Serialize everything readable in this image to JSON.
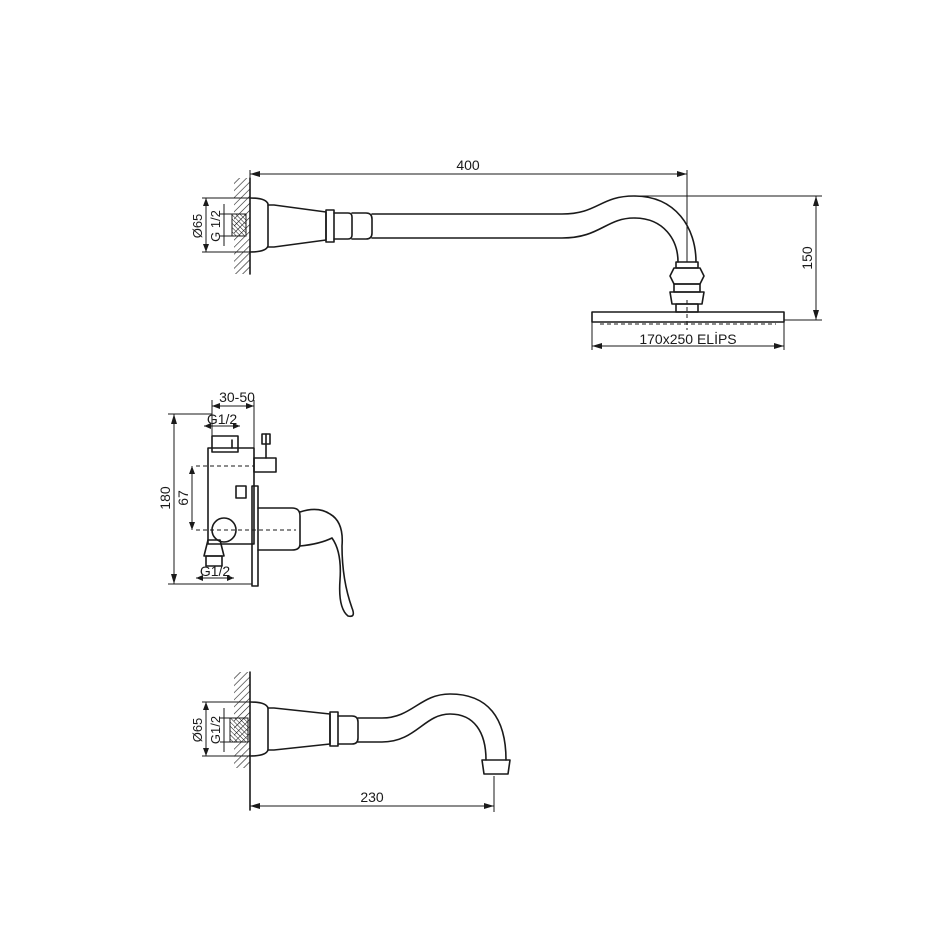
{
  "shower_arm": {
    "length_label": "400",
    "drop_label": "150",
    "head_label": "170x250 ELİPS",
    "diameter_label": "Ø65",
    "thread_label": "G 1/2"
  },
  "mixer": {
    "depth_label": "30-50",
    "top_thread_label": "G1/2",
    "bottom_thread_label": "G1/2",
    "height_label": "180",
    "spacing_label": "67"
  },
  "spout": {
    "length_label": "230",
    "diameter_label": "Ø65",
    "thread_label": "G1/2"
  }
}
